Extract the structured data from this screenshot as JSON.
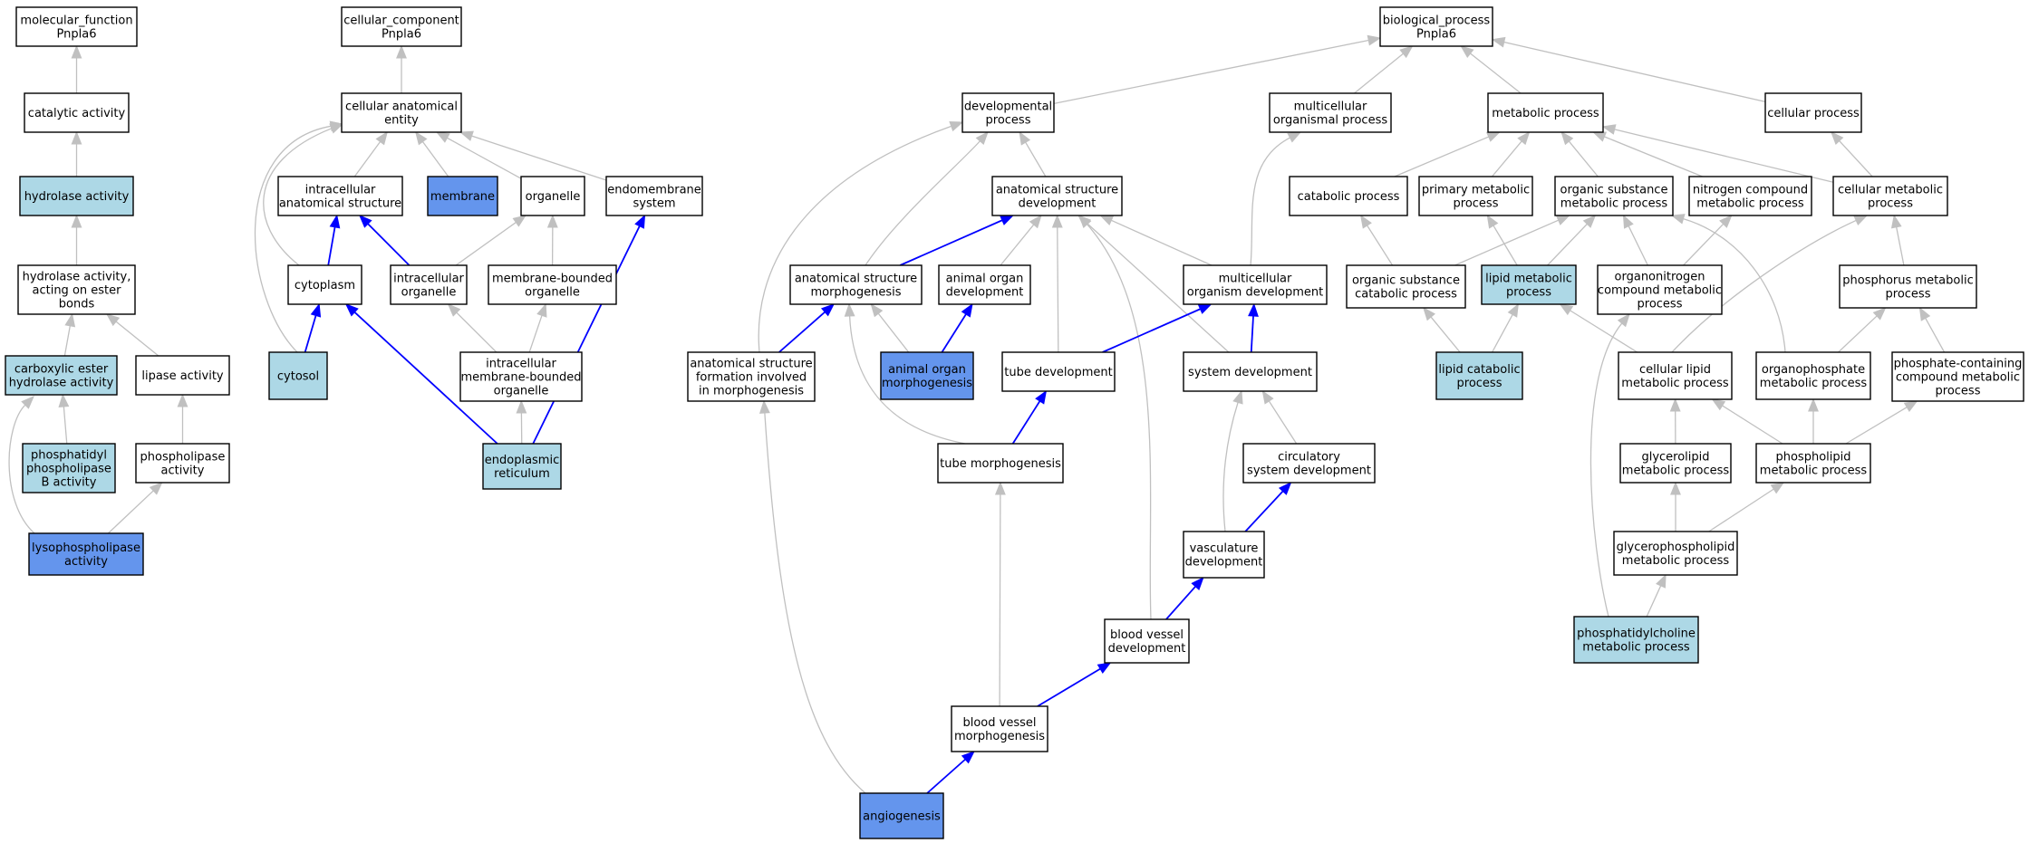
{
  "colors": {
    "plain": "#ffffff",
    "light": "#add8e6",
    "dark": "#6495ed",
    "edge_gray": "#c0c0c0",
    "edge_blue": "#0000ff"
  },
  "nodes": [
    {
      "id": "mf",
      "lines": [
        "molecular_function",
        "Pnpla6"
      ],
      "fill": "plain"
    },
    {
      "id": "cat",
      "lines": [
        "catalytic activity"
      ],
      "fill": "plain"
    },
    {
      "id": "hyd",
      "lines": [
        "hydrolase activity"
      ],
      "fill": "light"
    },
    {
      "id": "hydest",
      "lines": [
        "hydrolase activity,",
        "acting on ester",
        "bonds"
      ],
      "fill": "plain"
    },
    {
      "id": "carb",
      "lines": [
        "carboxylic ester",
        "hydrolase activity"
      ],
      "fill": "light"
    },
    {
      "id": "lipase",
      "lines": [
        "lipase activity"
      ],
      "fill": "plain"
    },
    {
      "id": "phospB",
      "lines": [
        "phosphatidyl",
        "phospholipase",
        "B activity"
      ],
      "fill": "light"
    },
    {
      "id": "phospact",
      "lines": [
        "phospholipase",
        "activity"
      ],
      "fill": "plain"
    },
    {
      "id": "lyso",
      "lines": [
        "lysophospholipase",
        "activity"
      ],
      "fill": "dark"
    },
    {
      "id": "cc",
      "lines": [
        "cellular_component",
        "Pnpla6"
      ],
      "fill": "plain"
    },
    {
      "id": "cae",
      "lines": [
        "cellular anatomical",
        "entity"
      ],
      "fill": "plain"
    },
    {
      "id": "ias",
      "lines": [
        "intracellular",
        "anatomical structure"
      ],
      "fill": "plain"
    },
    {
      "id": "memb",
      "lines": [
        "membrane"
      ],
      "fill": "dark"
    },
    {
      "id": "organelle",
      "lines": [
        "organelle"
      ],
      "fill": "plain"
    },
    {
      "id": "endomem",
      "lines": [
        "endomembrane",
        "system"
      ],
      "fill": "plain"
    },
    {
      "id": "cyto",
      "lines": [
        "cytoplasm"
      ],
      "fill": "plain"
    },
    {
      "id": "intorg",
      "lines": [
        "intracellular",
        "organelle"
      ],
      "fill": "plain"
    },
    {
      "id": "mbo",
      "lines": [
        "membrane-bounded",
        "organelle"
      ],
      "fill": "plain"
    },
    {
      "id": "cytosol",
      "lines": [
        "cytosol"
      ],
      "fill": "light"
    },
    {
      "id": "imbo",
      "lines": [
        "intracellular",
        "membrane-bounded",
        "organelle"
      ],
      "fill": "plain"
    },
    {
      "id": "er",
      "lines": [
        "endoplasmic",
        "reticulum"
      ],
      "fill": "light"
    },
    {
      "id": "bp",
      "lines": [
        "biological_process",
        "Pnpla6"
      ],
      "fill": "plain"
    },
    {
      "id": "devproc",
      "lines": [
        "developmental",
        "process"
      ],
      "fill": "plain"
    },
    {
      "id": "mcop",
      "lines": [
        "multicellular",
        "organismal process"
      ],
      "fill": "plain"
    },
    {
      "id": "metab",
      "lines": [
        "metabolic process"
      ],
      "fill": "plain"
    },
    {
      "id": "cellproc",
      "lines": [
        "cellular process"
      ],
      "fill": "plain"
    },
    {
      "id": "asd",
      "lines": [
        "anatomical structure",
        "development"
      ],
      "fill": "plain"
    },
    {
      "id": "catab",
      "lines": [
        "catabolic process"
      ],
      "fill": "plain"
    },
    {
      "id": "primet",
      "lines": [
        "primary metabolic",
        "process"
      ],
      "fill": "plain"
    },
    {
      "id": "osmp",
      "lines": [
        "organic substance",
        "metabolic process"
      ],
      "fill": "plain"
    },
    {
      "id": "ncmp",
      "lines": [
        "nitrogen compound",
        "metabolic process"
      ],
      "fill": "plain"
    },
    {
      "id": "cmp",
      "lines": [
        "cellular metabolic",
        "process"
      ],
      "fill": "plain"
    },
    {
      "id": "asm",
      "lines": [
        "anatomical structure",
        "morphogenesis"
      ],
      "fill": "plain"
    },
    {
      "id": "aod",
      "lines": [
        "animal organ",
        "development"
      ],
      "fill": "plain"
    },
    {
      "id": "mod",
      "lines": [
        "multicellular",
        "organism development"
      ],
      "fill": "plain"
    },
    {
      "id": "oscp",
      "lines": [
        "organic substance",
        "catabolic process"
      ],
      "fill": "plain"
    },
    {
      "id": "lmp",
      "lines": [
        "lipid metabolic",
        "process"
      ],
      "fill": "light"
    },
    {
      "id": "oncmp",
      "lines": [
        "organonitrogen",
        "compound metabolic",
        "process"
      ],
      "fill": "plain"
    },
    {
      "id": "phosmp",
      "lines": [
        "phosphorus metabolic",
        "process"
      ],
      "fill": "plain"
    },
    {
      "id": "asfm",
      "lines": [
        "anatomical structure",
        "formation involved",
        "in morphogenesis"
      ],
      "fill": "plain"
    },
    {
      "id": "aom",
      "lines": [
        "animal organ",
        "morphogenesis"
      ],
      "fill": "dark"
    },
    {
      "id": "tubedev",
      "lines": [
        "tube development"
      ],
      "fill": "plain"
    },
    {
      "id": "sysdev",
      "lines": [
        "system development"
      ],
      "fill": "plain"
    },
    {
      "id": "lcp",
      "lines": [
        "lipid catabolic",
        "process"
      ],
      "fill": "light"
    },
    {
      "id": "clmp",
      "lines": [
        "cellular lipid",
        "metabolic process"
      ],
      "fill": "plain"
    },
    {
      "id": "opmp",
      "lines": [
        "organophosphate",
        "metabolic process"
      ],
      "fill": "plain"
    },
    {
      "id": "pccmp",
      "lines": [
        "phosphate-containing",
        "compound metabolic",
        "process"
      ],
      "fill": "plain"
    },
    {
      "id": "tubemorph",
      "lines": [
        "tube morphogenesis"
      ],
      "fill": "plain"
    },
    {
      "id": "circ",
      "lines": [
        "circulatory",
        "system development"
      ],
      "fill": "plain"
    },
    {
      "id": "glmp",
      "lines": [
        "glycerolipid",
        "metabolic process"
      ],
      "fill": "plain"
    },
    {
      "id": "plmp",
      "lines": [
        "phospholipid",
        "metabolic process"
      ],
      "fill": "plain"
    },
    {
      "id": "vasc",
      "lines": [
        "vasculature",
        "development"
      ],
      "fill": "plain"
    },
    {
      "id": "gplmp",
      "lines": [
        "glycerophospholipid",
        "metabolic process"
      ],
      "fill": "plain"
    },
    {
      "id": "bvd",
      "lines": [
        "blood vessel",
        "development"
      ],
      "fill": "plain"
    },
    {
      "id": "pcmp",
      "lines": [
        "phosphatidylcholine",
        "metabolic process"
      ],
      "fill": "light"
    },
    {
      "id": "bvm",
      "lines": [
        "blood vessel",
        "morphogenesis"
      ],
      "fill": "plain"
    },
    {
      "id": "angio",
      "lines": [
        "angiogenesis"
      ],
      "fill": "dark"
    }
  ],
  "edges": [
    {
      "from": "cat",
      "to": "mf",
      "color": "gray"
    },
    {
      "from": "hyd",
      "to": "cat",
      "color": "gray"
    },
    {
      "from": "hydest",
      "to": "hyd",
      "color": "gray"
    },
    {
      "from": "carb",
      "to": "hydest",
      "color": "gray"
    },
    {
      "from": "lipase",
      "to": "hydest",
      "color": "gray"
    },
    {
      "from": "phospB",
      "to": "carb",
      "color": "gray"
    },
    {
      "from": "phospact",
      "to": "lipase",
      "color": "gray"
    },
    {
      "from": "lyso",
      "to": "carb",
      "color": "gray"
    },
    {
      "from": "lyso",
      "to": "phospact",
      "color": "gray"
    },
    {
      "from": "cae",
      "to": "cc",
      "color": "gray"
    },
    {
      "from": "ias",
      "to": "cae",
      "color": "gray"
    },
    {
      "from": "memb",
      "to": "cae",
      "color": "gray"
    },
    {
      "from": "organelle",
      "to": "cae",
      "color": "gray"
    },
    {
      "from": "endomem",
      "to": "cae",
      "color": "gray"
    },
    {
      "from": "cyto",
      "to": "cae",
      "color": "gray"
    },
    {
      "from": "cytosol",
      "to": "cae",
      "color": "gray"
    },
    {
      "from": "cyto",
      "to": "ias",
      "color": "blue"
    },
    {
      "from": "intorg",
      "to": "ias",
      "color": "blue"
    },
    {
      "from": "intorg",
      "to": "organelle",
      "color": "gray"
    },
    {
      "from": "mbo",
      "to": "organelle",
      "color": "gray"
    },
    {
      "from": "cytosol",
      "to": "cyto",
      "color": "blue"
    },
    {
      "from": "imbo",
      "to": "intorg",
      "color": "gray"
    },
    {
      "from": "imbo",
      "to": "mbo",
      "color": "gray"
    },
    {
      "from": "er",
      "to": "imbo",
      "color": "gray"
    },
    {
      "from": "er",
      "to": "cyto",
      "color": "blue"
    },
    {
      "from": "er",
      "to": "endomem",
      "color": "blue"
    },
    {
      "from": "devproc",
      "to": "bp",
      "color": "gray"
    },
    {
      "from": "mcop",
      "to": "bp",
      "color": "gray"
    },
    {
      "from": "metab",
      "to": "bp",
      "color": "gray"
    },
    {
      "from": "cellproc",
      "to": "bp",
      "color": "gray"
    },
    {
      "from": "asd",
      "to": "devproc",
      "color": "gray"
    },
    {
      "from": "asm",
      "to": "devproc",
      "color": "gray"
    },
    {
      "from": "asfm",
      "to": "devproc",
      "color": "gray"
    },
    {
      "from": "mod",
      "to": "mcop",
      "color": "gray"
    },
    {
      "from": "catab",
      "to": "metab",
      "color": "gray"
    },
    {
      "from": "primet",
      "to": "metab",
      "color": "gray"
    },
    {
      "from": "osmp",
      "to": "metab",
      "color": "gray"
    },
    {
      "from": "ncmp",
      "to": "metab",
      "color": "gray"
    },
    {
      "from": "cmp",
      "to": "metab",
      "color": "gray"
    },
    {
      "from": "cmp",
      "to": "cellproc",
      "color": "gray"
    },
    {
      "from": "asm",
      "to": "asd",
      "color": "blue"
    },
    {
      "from": "aod",
      "to": "asd",
      "color": "gray"
    },
    {
      "from": "mod",
      "to": "asd",
      "color": "gray"
    },
    {
      "from": "tubedev",
      "to": "asd",
      "color": "gray"
    },
    {
      "from": "sysdev",
      "to": "asd",
      "color": "gray"
    },
    {
      "from": "bvd",
      "to": "asd",
      "color": "gray"
    },
    {
      "from": "asfm",
      "to": "asm",
      "color": "blue"
    },
    {
      "from": "aom",
      "to": "asm",
      "color": "gray"
    },
    {
      "from": "tubemorph",
      "to": "asm",
      "color": "gray"
    },
    {
      "from": "aom",
      "to": "aod",
      "color": "blue"
    },
    {
      "from": "tubedev",
      "to": "mod",
      "color": "blue"
    },
    {
      "from": "sysdev",
      "to": "mod",
      "color": "blue"
    },
    {
      "from": "oscp",
      "to": "catab",
      "color": "gray"
    },
    {
      "from": "oscp",
      "to": "osmp",
      "color": "gray"
    },
    {
      "from": "lmp",
      "to": "primet",
      "color": "gray"
    },
    {
      "from": "lmp",
      "to": "osmp",
      "color": "gray"
    },
    {
      "from": "oncmp",
      "to": "osmp",
      "color": "gray"
    },
    {
      "from": "oncmp",
      "to": "ncmp",
      "color": "gray"
    },
    {
      "from": "opmp",
      "to": "osmp",
      "color": "gray"
    },
    {
      "from": "clmp",
      "to": "cmp",
      "color": "gray"
    },
    {
      "from": "phosmp",
      "to": "cmp",
      "color": "gray"
    },
    {
      "from": "lcp",
      "to": "oscp",
      "color": "gray"
    },
    {
      "from": "lcp",
      "to": "lmp",
      "color": "gray"
    },
    {
      "from": "clmp",
      "to": "lmp",
      "color": "gray"
    },
    {
      "from": "opmp",
      "to": "phosmp",
      "color": "gray"
    },
    {
      "from": "pccmp",
      "to": "phosmp",
      "color": "gray"
    },
    {
      "from": "tubemorph",
      "to": "tubedev",
      "color": "blue"
    },
    {
      "from": "circ",
      "to": "sysdev",
      "color": "gray"
    },
    {
      "from": "vasc",
      "to": "sysdev",
      "color": "gray"
    },
    {
      "from": "vasc",
      "to": "circ",
      "color": "blue"
    },
    {
      "from": "glmp",
      "to": "clmp",
      "color": "gray"
    },
    {
      "from": "plmp",
      "to": "clmp",
      "color": "gray"
    },
    {
      "from": "plmp",
      "to": "opmp",
      "color": "gray"
    },
    {
      "from": "plmp",
      "to": "pccmp",
      "color": "gray"
    },
    {
      "from": "gplmp",
      "to": "glmp",
      "color": "gray"
    },
    {
      "from": "gplmp",
      "to": "plmp",
      "color": "gray"
    },
    {
      "from": "bvd",
      "to": "vasc",
      "color": "blue"
    },
    {
      "from": "pcmp",
      "to": "gplmp",
      "color": "gray"
    },
    {
      "from": "pcmp",
      "to": "oncmp",
      "color": "gray"
    },
    {
      "from": "bvm",
      "to": "bvd",
      "color": "blue"
    },
    {
      "from": "bvm",
      "to": "tubemorph",
      "color": "gray"
    },
    {
      "from": "angio",
      "to": "bvm",
      "color": "blue"
    },
    {
      "from": "angio",
      "to": "asfm",
      "color": "gray"
    }
  ]
}
